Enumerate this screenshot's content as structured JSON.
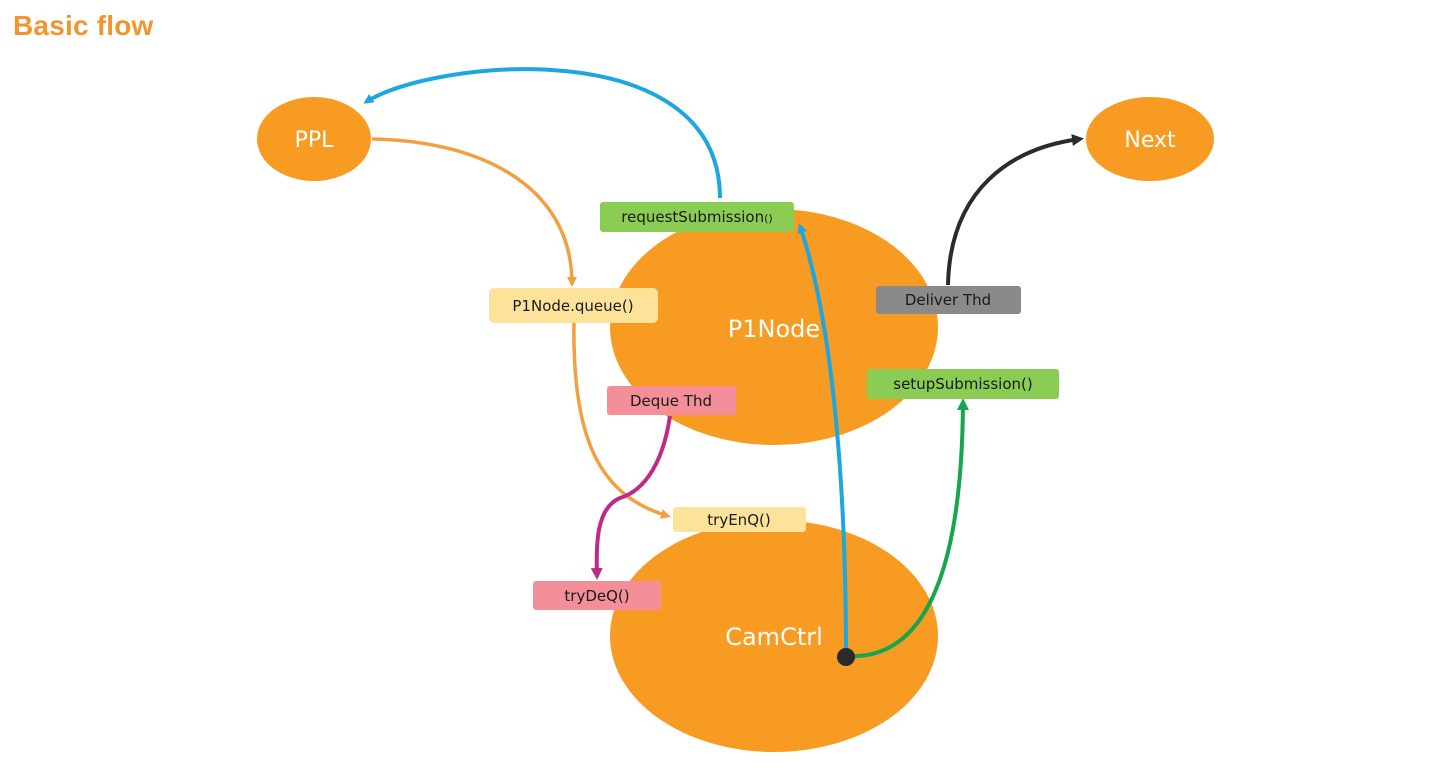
{
  "title": "Basic flow",
  "colors": {
    "title": "#f0962c",
    "node_fill": "#f89b22",
    "node_text": "#ffffff",
    "green_box": "#8bcc55",
    "gray_box": "#8a8a8a",
    "yellow_box": "#fde39a",
    "pink_box": "#f48e98",
    "arrow_blue": "#1ea7de",
    "arrow_orange": "#f0a040",
    "arrow_black": "#2b2b2b",
    "arrow_green": "#17a550",
    "arrow_magenta": "#c02a86"
  },
  "nodes": {
    "ppl": "PPL",
    "next": "Next",
    "p1node": "P1Node",
    "camctrl": "CamCtrl"
  },
  "labels": {
    "request_submission_main": "requestSubmission",
    "request_submission_parens": "()",
    "deliver_thd": "Deliver Thd",
    "setup_submission": "setupSubmission()",
    "p1node_queue": "P1Node.queue()",
    "deque_thd": "Deque Thd",
    "try_enq": "tryEnQ()",
    "try_deq": "tryDeQ()"
  }
}
